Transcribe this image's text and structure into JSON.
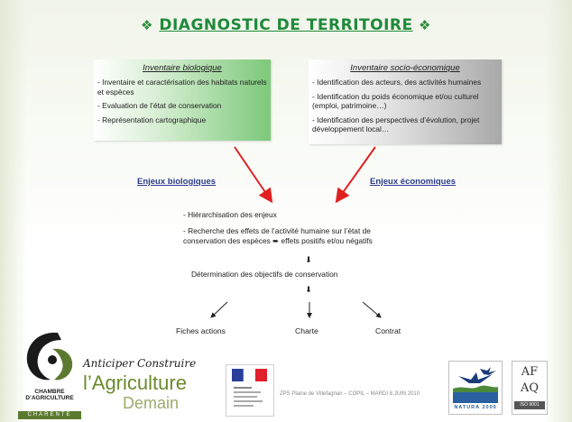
{
  "title": {
    "left_ornament": "❖",
    "text": "DIAGNOSTIC DE TERRITOIRE",
    "right_ornament": "❖"
  },
  "inventaire_bio": {
    "heading": "Inventaire biologique",
    "items": [
      "- Inventaire et caractérisation des habitats naturels et espèces",
      "- Evaluation de l’état de conservation",
      "- Représentation cartographique"
    ]
  },
  "inventaire_socio": {
    "heading": "Inventaire socio-économique",
    "items": [
      "- Identification des acteurs, des activités humaines",
      "- Identification du poids économique et/ou culturel (emploi, patrimoine…)",
      "- Identification des perspectives d’évolution, projet développement local…"
    ]
  },
  "enjeux": {
    "bio": "Enjeux biologiques",
    "eco": "Enjeux économiques"
  },
  "process": {
    "step1": "- Hiérarchisation des enjeux",
    "step2": "- Recherche des effets de l’activité humaine sur l’état de conservation des espèces ➨ effets positifs et/ou négatifs",
    "arrow": "⬇",
    "step3": "Détermination des objectifs de conservation"
  },
  "outcomes": {
    "fiches": "Fiches actions",
    "charte": "Charte",
    "contrat": "Contrat"
  },
  "footer": {
    "text": "ZPS Plaine de Villefagnan – COPIL – MARDI 8 JUIN 2010"
  },
  "logos": {
    "chambre": "CHAMBRE D’AGRICULTURE",
    "charente": "CHARENTE",
    "agri_top": "Anticiper  Construire",
    "agri_main": "l’Agriculture",
    "agri_bottom": "Demain",
    "natura": "NATURA 2000",
    "afaq_top": "AF",
    "afaq_mid": "AQ",
    "afaq_bottom": "ISO 9001"
  },
  "colors": {
    "title_green": "#1f8a3a",
    "enjeux_blue": "#2b3a8c",
    "arrow_red": "#e02020"
  }
}
